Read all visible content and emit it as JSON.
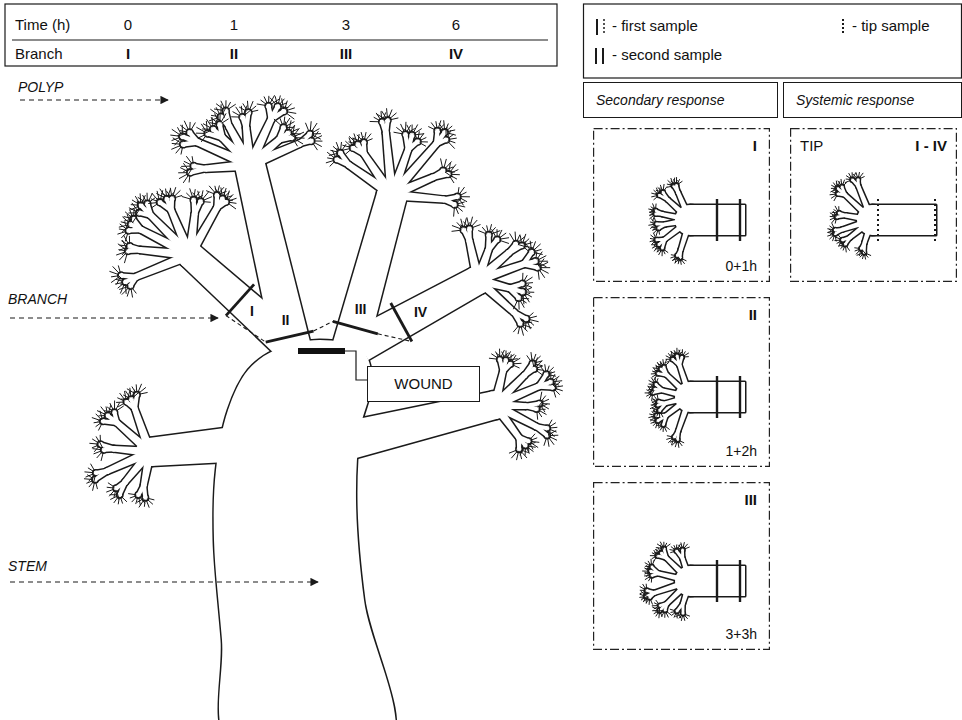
{
  "diagram": {
    "nodes": [
      {
        "text": [
          "WOUND"
        ]
      },
      {
        "text": [
          "Secondary response"
        ]
      },
      {
        "text": [
          "I",
          "0+1h"
        ]
      },
      {
        "text": [
          "II",
          "1+2h"
        ]
      },
      {
        "text": [
          "III",
          "3+3h"
        ]
      },
      {
        "text": [
          "Systemic response"
        ]
      },
      {
        "text": [
          "TIP",
          "I - IV"
        ]
      }
    ],
    "labels": [
      "Time (h)",
      "0",
      "1",
      "3",
      "6",
      "Branch",
      "I",
      "II",
      "III",
      "IV",
      "POLYP",
      "BRANCH",
      "I",
      "II",
      "III",
      "IV",
      "STEM"
    ],
    "legend": [
      {
        "text": "- first sample"
      },
      {
        "text": "- tip sample"
      },
      {
        "text": "- second sample"
      }
    ]
  }
}
